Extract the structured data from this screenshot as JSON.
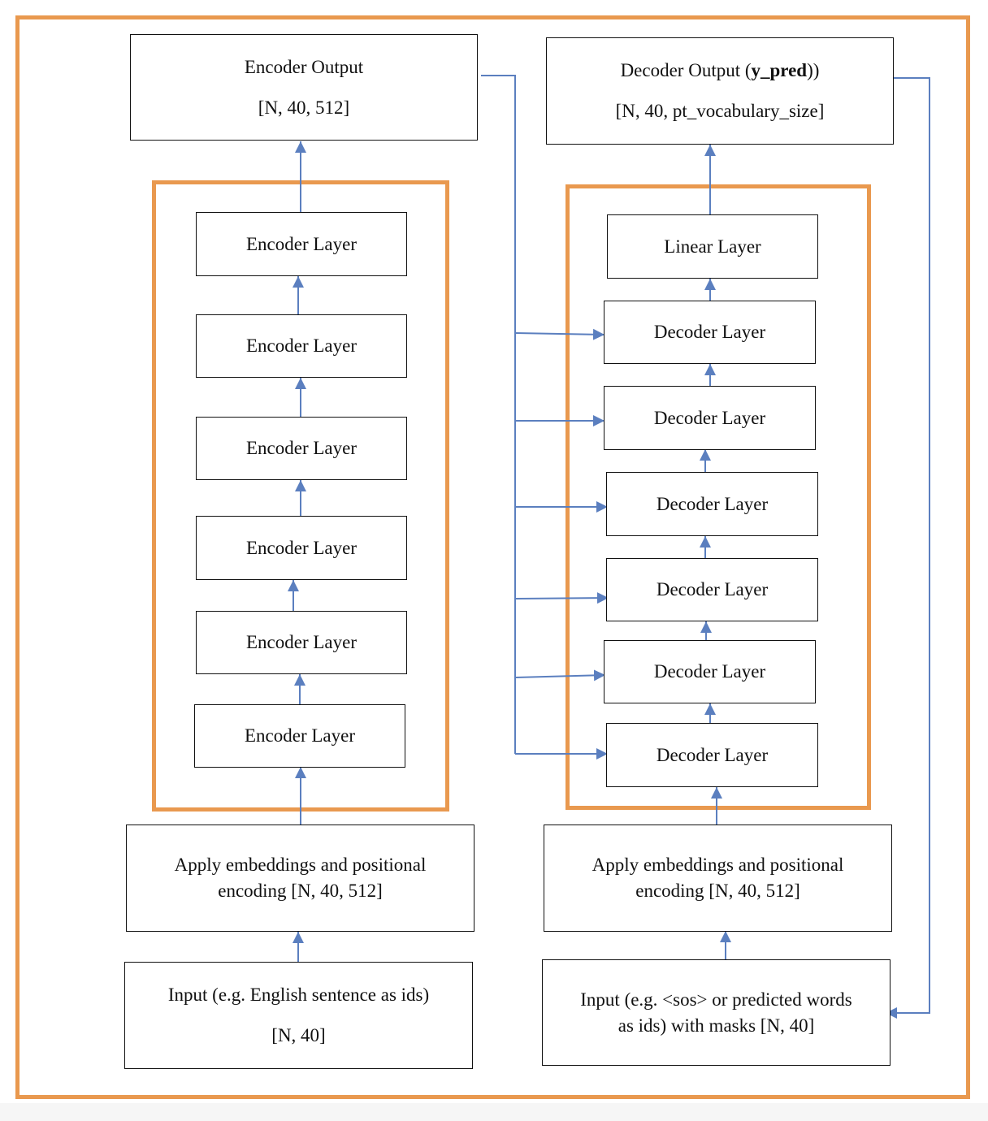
{
  "colors": {
    "frame": "#e9994f",
    "arrow": "#5b7fbf",
    "box_border": "#111111"
  },
  "encoder": {
    "output": {
      "line1": "Encoder Output",
      "line2": "[N, 40, 512]"
    },
    "layers": [
      "Encoder Layer",
      "Encoder Layer",
      "Encoder Layer",
      "Encoder Layer",
      "Encoder Layer",
      "Encoder Layer"
    ],
    "embedding": {
      "line1": "Apply embeddings and positional",
      "line2": "encoding [N, 40, 512]"
    },
    "input": {
      "line1": "Input (e.g. English sentence as ids)",
      "line2": "[N, 40]"
    }
  },
  "decoder": {
    "output": {
      "prefix": "Decoder Output (",
      "bold": "y_pred",
      "suffix": "))",
      "line2": "[N, 40, pt_vocabulary_size]"
    },
    "linear": "Linear Layer",
    "layers": [
      "Decoder Layer",
      "Decoder Layer",
      "Decoder Layer",
      "Decoder Layer",
      "Decoder Layer",
      "Decoder Layer"
    ],
    "embedding": {
      "line1": "Apply embeddings and positional",
      "line2": "encoding [N, 40, 512]"
    },
    "input": {
      "line1": "Input (e.g. <sos> or predicted words",
      "line2": "as ids) with masks [N, 40]"
    }
  }
}
